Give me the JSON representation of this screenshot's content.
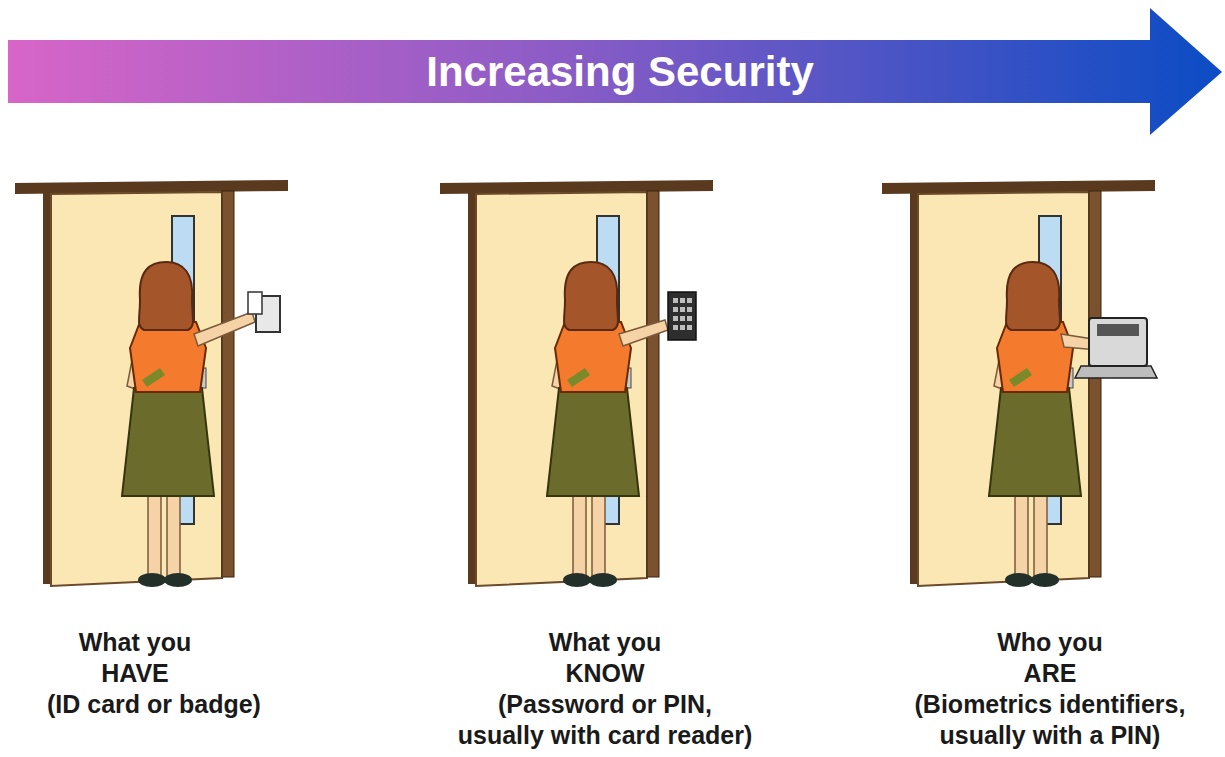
{
  "diagram": {
    "nodes": [
      {
        "text": [
          "Increasing Security"
        ]
      }
    ],
    "labels": [
      "What you HAVE",
      "(ID card or badge)",
      "What you KNOW",
      "(Password or PIN, usually with card reader)",
      "Who you ARE",
      "(Biometrics identifiers, usually with a PIN)"
    ]
  }
}
